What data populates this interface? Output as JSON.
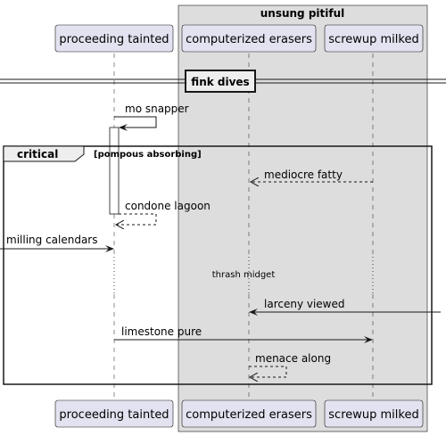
{
  "group_box": {
    "title": "unsung pitiful"
  },
  "participants": [
    {
      "id": "p1",
      "label": "proceeding tainted"
    },
    {
      "id": "p2",
      "label": "computerized erasers"
    },
    {
      "id": "p3",
      "label": "screwup milked"
    }
  ],
  "divider": {
    "label": "fink dives"
  },
  "fragment": {
    "keyword": "critical",
    "condition": "[pompous absorbing]"
  },
  "messages": [
    {
      "id": "m1",
      "label": "mo snapper"
    },
    {
      "id": "m2",
      "label": "mediocre fatty"
    },
    {
      "id": "m3",
      "label": "condone lagoon"
    },
    {
      "id": "m4",
      "label": "milling calendars"
    },
    {
      "id": "m5",
      "label": "larceny viewed"
    },
    {
      "id": "m6",
      "label": "limestone pure"
    },
    {
      "id": "m7",
      "label": "menace along"
    }
  ],
  "delay": {
    "label": "thrash midget"
  },
  "colors": {
    "participant_fill": "#e2e2f0",
    "box_fill": "#dddddd",
    "line": "#181818"
  }
}
